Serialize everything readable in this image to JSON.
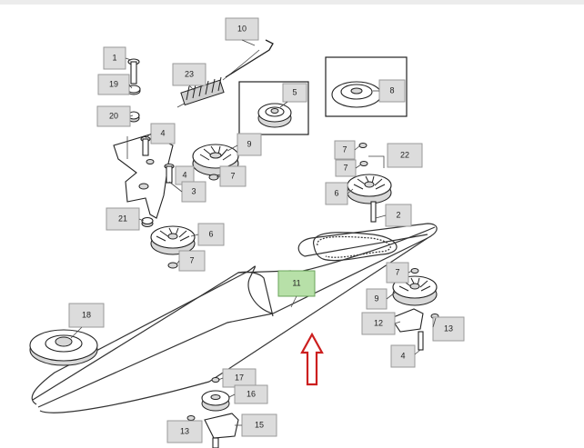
{
  "diagram": {
    "callouts": [
      {
        "id": "c10",
        "label": "10"
      },
      {
        "id": "c1",
        "label": "1"
      },
      {
        "id": "c23",
        "label": "23"
      },
      {
        "id": "c5",
        "label": "5"
      },
      {
        "id": "c8",
        "label": "8"
      },
      {
        "id": "c19",
        "label": "19"
      },
      {
        "id": "c20",
        "label": "20"
      },
      {
        "id": "c4a",
        "label": "4"
      },
      {
        "id": "c9a",
        "label": "9"
      },
      {
        "id": "c7a",
        "label": "7"
      },
      {
        "id": "c4b",
        "label": "4"
      },
      {
        "id": "c3",
        "label": "3"
      },
      {
        "id": "c21",
        "label": "21"
      },
      {
        "id": "c6a",
        "label": "6"
      },
      {
        "id": "c7b",
        "label": "7"
      },
      {
        "id": "c7c",
        "label": "7"
      },
      {
        "id": "c7d",
        "label": "7"
      },
      {
        "id": "c22",
        "label": "22"
      },
      {
        "id": "c6b",
        "label": "6"
      },
      {
        "id": "c2",
        "label": "2"
      },
      {
        "id": "c11",
        "label": "11"
      },
      {
        "id": "c7e",
        "label": "7"
      },
      {
        "id": "c9b",
        "label": "9"
      },
      {
        "id": "c12",
        "label": "12"
      },
      {
        "id": "c13a",
        "label": "13"
      },
      {
        "id": "c4c",
        "label": "4"
      },
      {
        "id": "c18",
        "label": "18"
      },
      {
        "id": "c17",
        "label": "17"
      },
      {
        "id": "c16",
        "label": "16"
      },
      {
        "id": "c13b",
        "label": "13"
      },
      {
        "id": "c15",
        "label": "15"
      }
    ],
    "highlighted_part": "11",
    "arrow_color": "#cc1f1f",
    "highlight_color": "#b7e0a8"
  }
}
